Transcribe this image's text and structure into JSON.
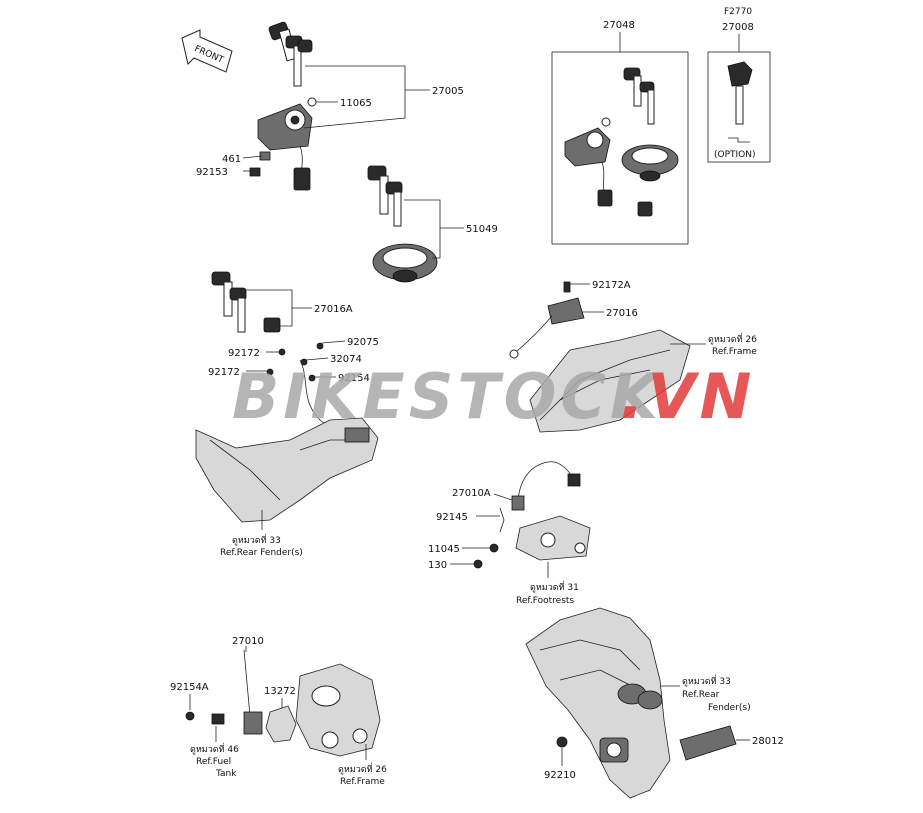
{
  "front_arrow": "FRONT",
  "watermark": {
    "part1": "BIKESTOCK",
    "part2": ".VN",
    "color1": "#a9a9a9",
    "color2": "#e23a3a"
  },
  "parts": {
    "p27005": "27005",
    "p11065": "11065",
    "p461": "461",
    "p92153": "92153",
    "p51049": "51049",
    "p27048": "27048",
    "pF2770": "F2770",
    "p27008": "27008",
    "option": "(OPTION)",
    "p27016A": "27016A",
    "p92075": "92075",
    "p92172a": "92172",
    "p32074": "32074",
    "p92172b": "92172",
    "p92154": "92154",
    "p92172A": "92172A",
    "p27016": "27016",
    "p27010A": "27010A",
    "p92145": "92145",
    "p11045": "11045",
    "p130": "130",
    "p27010": "27010",
    "p92154A": "92154A",
    "p13272": "13272",
    "p28012": "28012",
    "p92210": "92210"
  },
  "refs": {
    "frame_top": {
      "thai": "ดูหมวดที่ 26",
      "en": "Ref.Frame"
    },
    "rear_fender_left": {
      "thai": "ดูหมวดที่ 33",
      "en": "Ref.Rear Fender(s)"
    },
    "footrests": {
      "thai": "ดูหมวดที่ 31",
      "en": "Ref.Footrests"
    },
    "rear_fender_right": {
      "thai": "ดูหมวดที่ 33",
      "en1": "Ref.Rear",
      "en2": "Fender(s)"
    },
    "fuel_tank": {
      "thai": "ดูหมวดที่ 46",
      "en1": "Ref.Fuel",
      "en2": "Tank"
    },
    "frame_bottom": {
      "thai": "ดูหมวดที่ 26",
      "en": "Ref.Frame"
    }
  }
}
